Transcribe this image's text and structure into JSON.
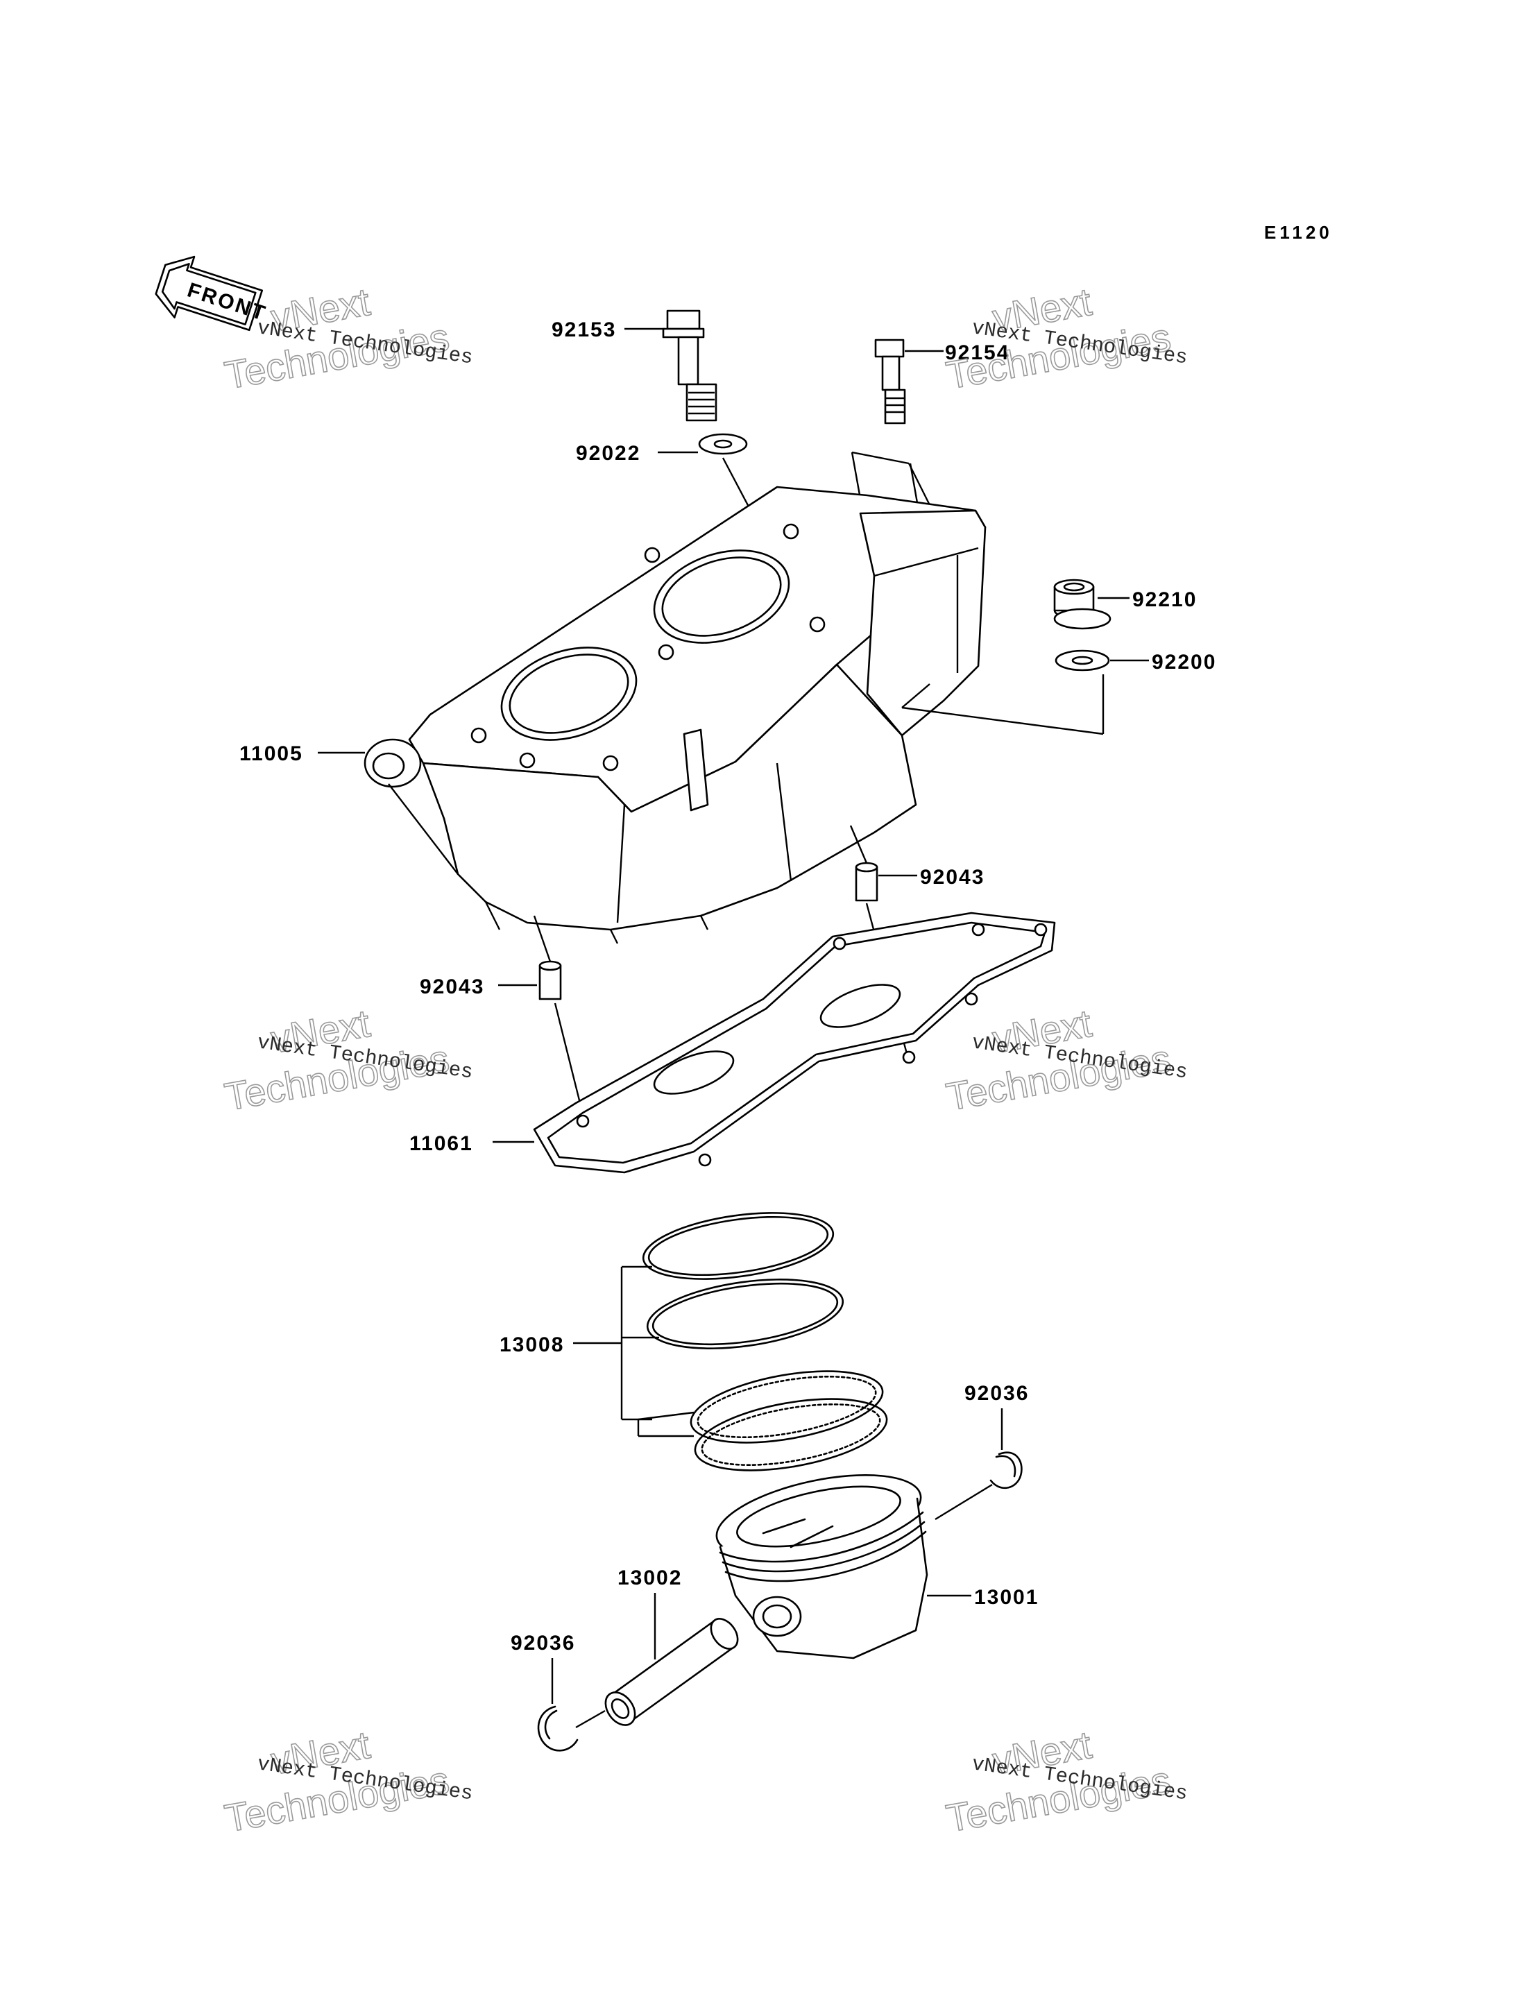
{
  "diagram": {
    "page_code": "E1120",
    "front_label": "FRONT",
    "part_numbers": {
      "bolt_92153": "92153",
      "bolt_92154": "92154",
      "washer_92022": "92022",
      "cylinder_11005": "11005",
      "collar_92210": "92210",
      "washer_92200": "92200",
      "dowel_92043_right": "92043",
      "dowel_92043_left": "92043",
      "gasket_11061": "11061",
      "rings_13008": "13008",
      "circlip_92036_right": "92036",
      "piston_13001": "13001",
      "pin_13002": "13002",
      "circlip_92036_left": "92036"
    },
    "watermark": {
      "line_small": "vNext Technologies",
      "line_top": "vNext",
      "line_bottom": "Technologies"
    }
  }
}
